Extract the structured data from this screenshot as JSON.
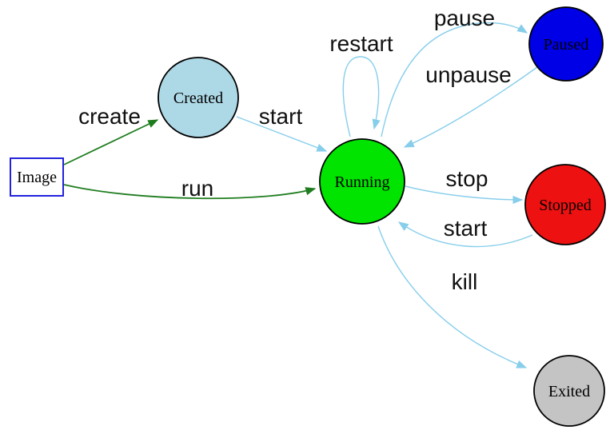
{
  "diagram": {
    "type": "state-diagram",
    "background": "#ffffff",
    "edge_colors": {
      "image_action": "#1f7d1f",
      "lifecycle_action": "#87ceeb"
    },
    "nodes": {
      "image": {
        "label": "Image",
        "shape": "rectangle",
        "fill": "#ffffff",
        "border": "#2222dd"
      },
      "created": {
        "label": "Created",
        "shape": "circle",
        "fill": "#add8e6",
        "border": "#000000"
      },
      "running": {
        "label": "Running",
        "shape": "circle",
        "fill": "#00e400",
        "border": "#000000"
      },
      "paused": {
        "label": "Paused",
        "shape": "circle",
        "fill": "#0000e6",
        "border": "#000000"
      },
      "stopped": {
        "label": "Stopped",
        "shape": "circle",
        "fill": "#ee1111",
        "border": "#000000"
      },
      "exited": {
        "label": "Exited",
        "shape": "circle",
        "fill": "#c4c4c4",
        "border": "#000000"
      }
    },
    "edges": [
      {
        "from": "image",
        "to": "created",
        "label": "create",
        "color": "#1f7d1f"
      },
      {
        "from": "image",
        "to": "running",
        "label": "run",
        "color": "#1f7d1f"
      },
      {
        "from": "created",
        "to": "running",
        "label": "start",
        "color": "#87ceeb"
      },
      {
        "from": "running",
        "to": "running",
        "label": "restart",
        "color": "#87ceeb"
      },
      {
        "from": "running",
        "to": "paused",
        "label": "pause",
        "color": "#87ceeb"
      },
      {
        "from": "paused",
        "to": "running",
        "label": "unpause",
        "color": "#87ceeb"
      },
      {
        "from": "running",
        "to": "stopped",
        "label": "stop",
        "color": "#87ceeb"
      },
      {
        "from": "stopped",
        "to": "running",
        "label": "start",
        "color": "#87ceeb"
      },
      {
        "from": "running",
        "to": "exited",
        "label": "kill",
        "color": "#87ceeb"
      }
    ]
  }
}
